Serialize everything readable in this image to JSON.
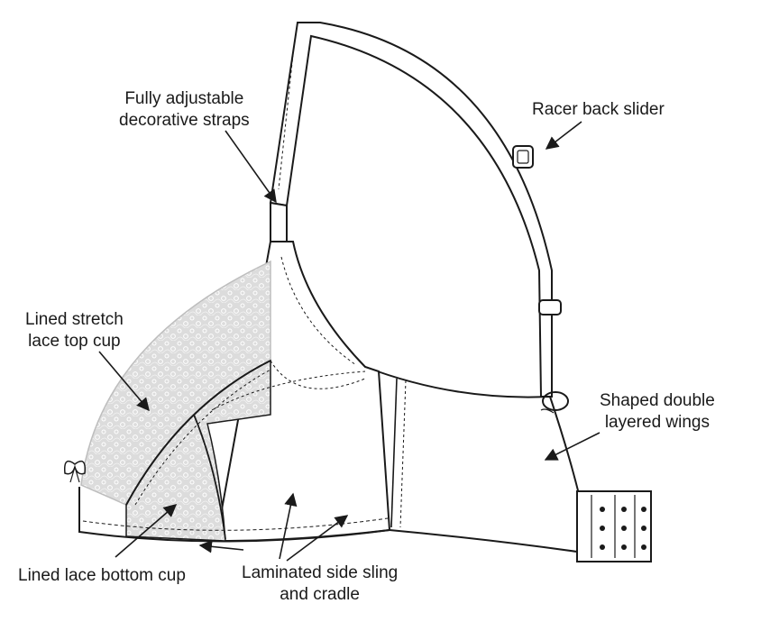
{
  "labels": {
    "straps": [
      "Fully adjustable",
      "decorative straps"
    ],
    "slider": [
      "Racer back slider"
    ],
    "top_cup": [
      "Lined stretch",
      "lace top cup"
    ],
    "wings": [
      "Shaped double",
      "layered wings"
    ],
    "bottom_cup": [
      "Lined lace bottom cup"
    ],
    "sling": [
      "Laminated side sling",
      "and cradle"
    ]
  },
  "colors": {
    "line": "#1a1a1a",
    "lace_fill": "#dcdcdc",
    "background": "#ffffff"
  }
}
